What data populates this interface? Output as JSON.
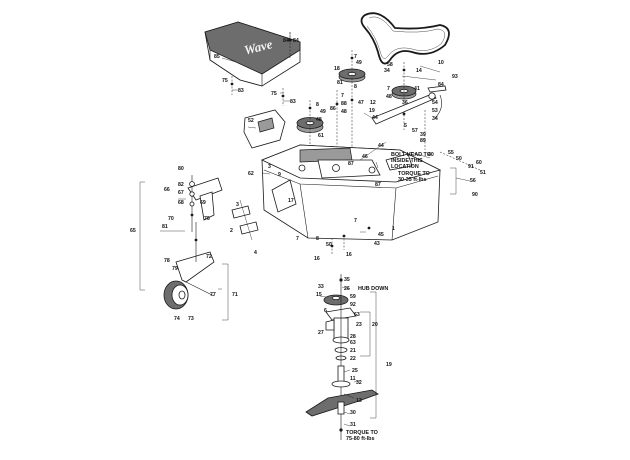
{
  "cover_logo": "Wave",
  "notes": {
    "bolt_head": [
      "BOLT HEAD TO",
      "INSIDE THIS",
      "LOCATION"
    ],
    "torque_upper": [
      "TORQUE TO",
      "30-35 ft-lbs"
    ],
    "hub_down": "HUB DOWN",
    "torque_lower": [
      "TORQUE TO",
      "75-80 ft-lbs"
    ]
  },
  "callouts": {
    "c84a": "84",
    "c84b": "84",
    "c85": "85",
    "c75a": "75",
    "c75b": "75",
    "c83a": "83",
    "c83b": "83",
    "c7a": "7",
    "c49": "49",
    "c18": "18",
    "c81a": "81",
    "c8a": "8",
    "c58": "58",
    "c34a": "34",
    "c14": "14",
    "c10": "10",
    "c93": "93",
    "c84c": "84",
    "c48a": "48",
    "c7b": "7",
    "c47": "47",
    "c12a": "12",
    "c36": "36",
    "c41": "41",
    "c54": "54",
    "c53": "53",
    "c34b": "34",
    "c19a": "19",
    "c88": "88",
    "c7c": "7",
    "c48b": "48",
    "c44a": "44",
    "c5": "5",
    "c57": "57",
    "c39": "39",
    "c89": "89",
    "c52": "52",
    "c49b": "49",
    "c61": "61",
    "c8b": "8",
    "c48c": "48",
    "c86": "86",
    "c44b": "44",
    "c40": "40",
    "c55": "55",
    "c60": "60",
    "c51": "51",
    "c50": "50",
    "c91": "91",
    "c56": "56",
    "c90": "90",
    "c87a": "87",
    "c87b": "87",
    "c46": "46",
    "c62": "62",
    "c3a": "3",
    "c9": "9",
    "c17": "17",
    "c80": "80",
    "c66": "66",
    "c82": "82",
    "c67a": "67",
    "c68": "68",
    "c69": "69",
    "c76": "76",
    "c70": "70",
    "c81b": "81",
    "c65": "65",
    "c72": "72",
    "c78": "78",
    "c79": "79",
    "c77": "77",
    "c71": "71",
    "c74": "74",
    "c73": "73",
    "c3b": "3",
    "c2": "2",
    "c4": "4",
    "c7d": "7",
    "c8c": "8",
    "c50b": "50",
    "c16a": "16",
    "c7e": "7",
    "c16b": "16",
    "c45": "45",
    "c43": "43",
    "c1": "1",
    "c35": "35",
    "c33": "33",
    "c26": "26",
    "c15": "15",
    "c6": "6",
    "c59": "59",
    "c92": "92",
    "c63a": "63",
    "c23": "23",
    "c20": "20",
    "c27": "27",
    "c28": "28",
    "c63b": "63",
    "c21": "21",
    "c22": "22",
    "c25": "25",
    "c11": "11",
    "c32": "32",
    "c13": "13",
    "c30": "30",
    "c31": "31",
    "c19b": "19"
  }
}
